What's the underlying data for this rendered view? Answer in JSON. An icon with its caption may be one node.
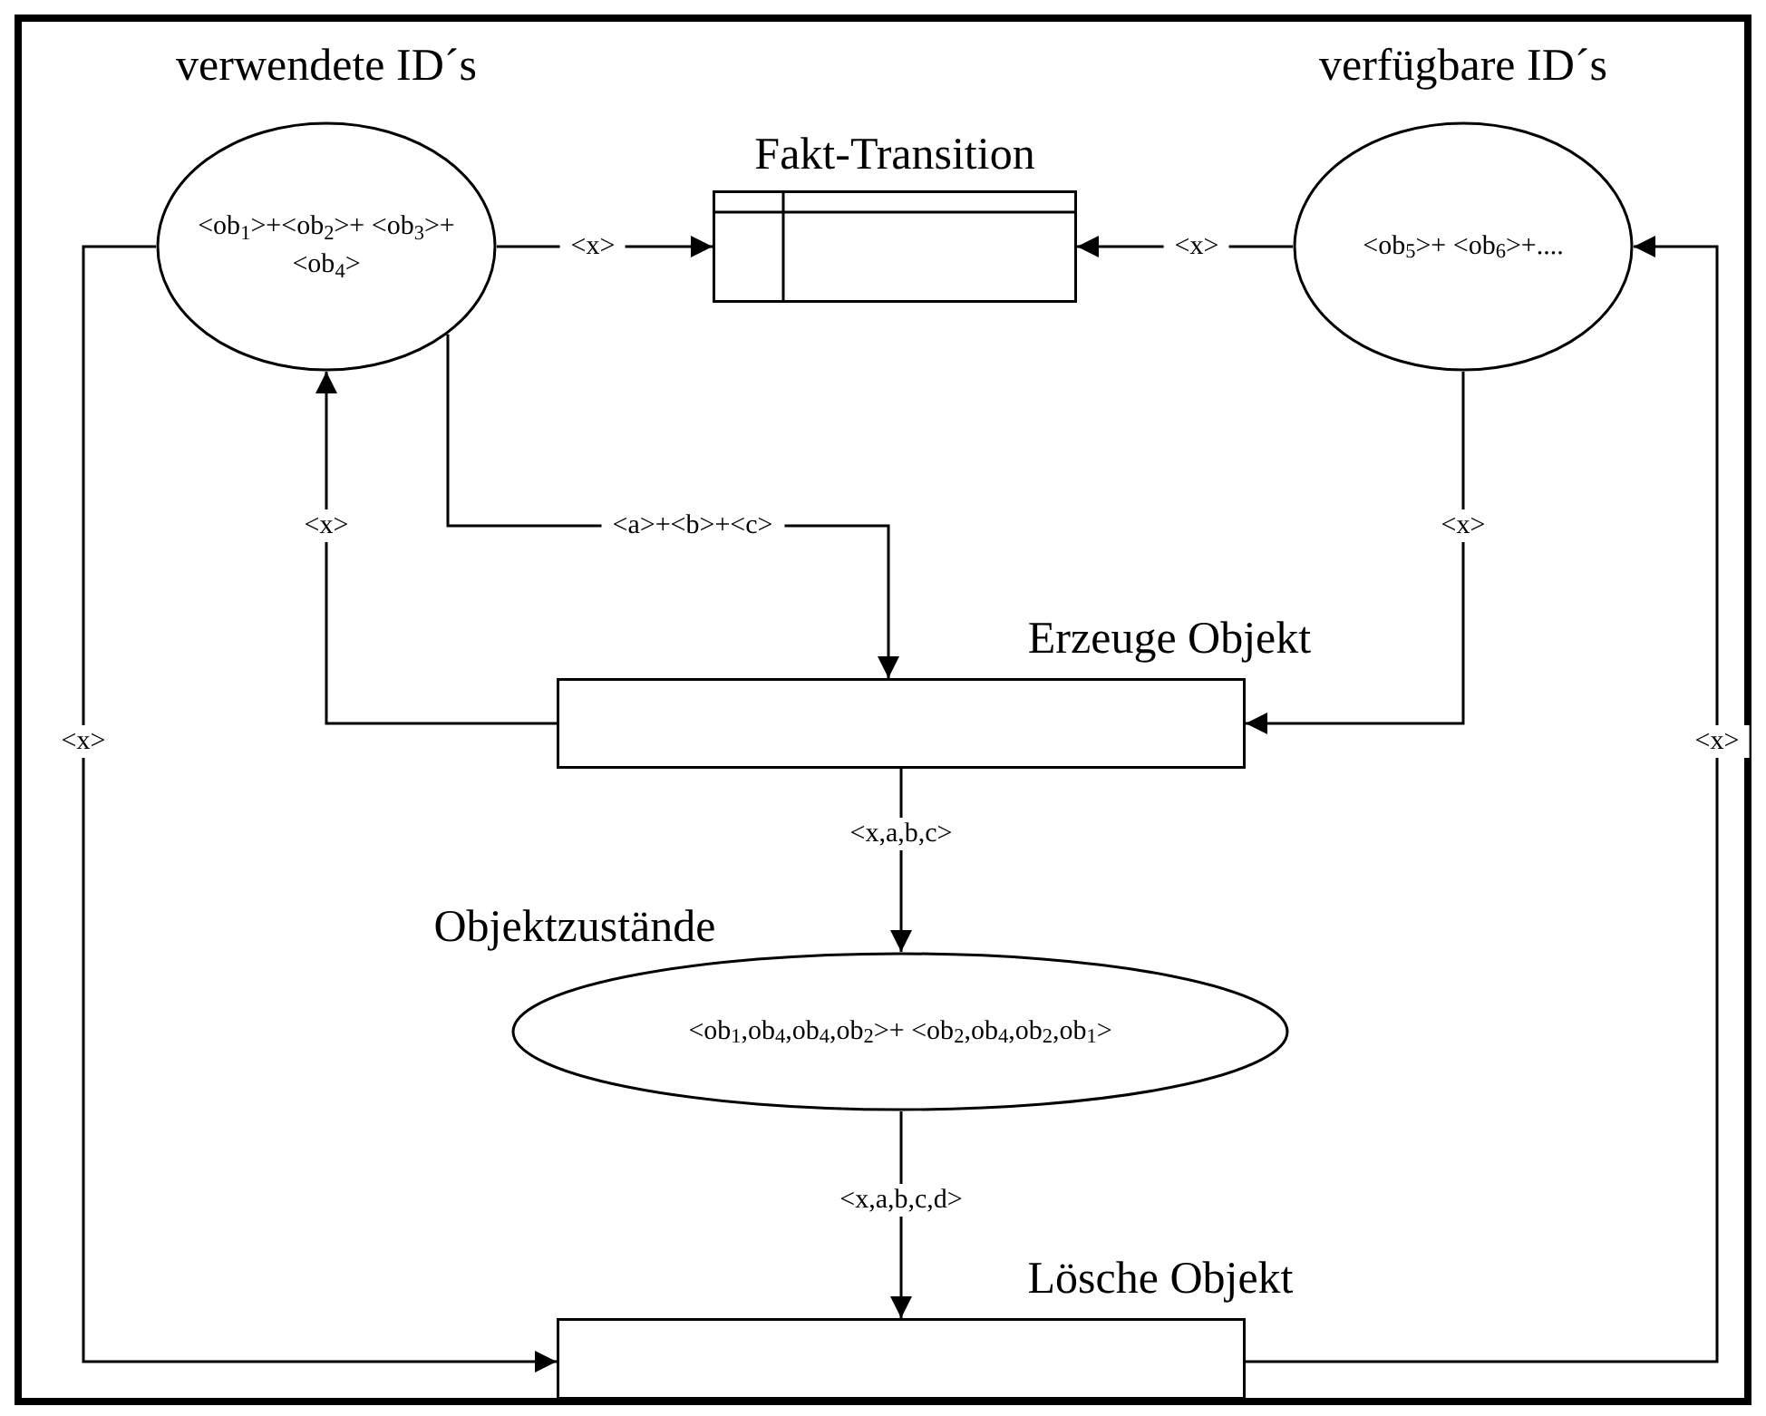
{
  "diagram": {
    "nodes": [
      {
        "text": [
          "verwendete ID´s",
          "<ob$_{1}$>+<ob$_{2}$>+ <ob$_{3}$>+<ob$_{4}$>"
        ]
      },
      {
        "text": [
          "Fakt-Transition"
        ]
      },
      {
        "text": [
          "verfügbare ID´s",
          "<ob$_{5}$>+ <ob$_{6}$>+...."
        ]
      },
      {
        "text": [
          "Erzeuge Objekt"
        ]
      },
      {
        "text": [
          "Objektzustände",
          "<ob$_{1}$,ob$_{4}$,ob$_{4}$,ob$_{2}$>+ <ob$_{2}$,ob$_{4}$,ob$_{2}$,ob$_{1}$>"
        ]
      },
      {
        "text": [
          "Lösche Objekt"
        ]
      }
    ],
    "edges": [
      {
        "from": 0,
        "to": 1,
        "arrow": "to",
        "label": "<x>"
      },
      {
        "from": 2,
        "to": 1,
        "arrow": "to",
        "label": "<x>"
      },
      {
        "from": 3,
        "to": 0,
        "arrow": "to",
        "label": "<x>"
      },
      {
        "from": 0,
        "to": 3,
        "arrow": "to",
        "label": "<a>+<b>+<c>"
      },
      {
        "from": 2,
        "to": 3,
        "arrow": "to",
        "label": "<x>"
      },
      {
        "from": 3,
        "to": 4,
        "arrow": "to",
        "label": "<x,a,b,c>"
      },
      {
        "from": 4,
        "to": 5,
        "arrow": "to",
        "label": "<x,a,b,c,d>"
      },
      {
        "from": 0,
        "to": 5,
        "arrow": "to",
        "label": "<x>"
      },
      {
        "from": 5,
        "to": 2,
        "arrow": "to",
        "label": "<x>"
      }
    ]
  }
}
